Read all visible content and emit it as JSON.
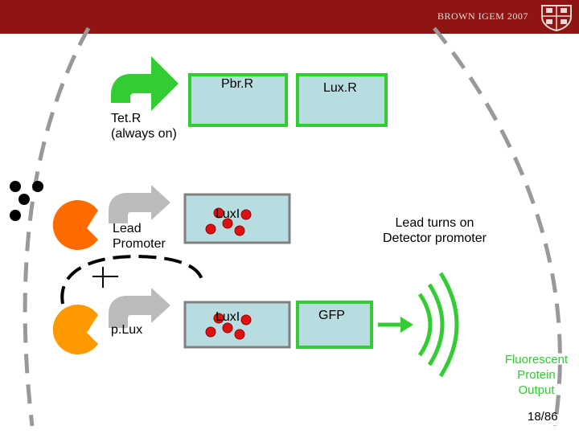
{
  "header": {
    "banner_text": "BROWN IGEM 2007",
    "banner_color": "#8f1513",
    "crest_icon": "brown-university-crest"
  },
  "diagram": {
    "gene_box_fill": "#b8dde0",
    "gene_box_stroke": "#33cc33",
    "pbr_label": "Pbr.R",
    "luxr_label": "Lux.R",
    "tetr_label": "Tet.R\n(always on)",
    "lead_promoter_label": "Lead\nPromoter",
    "luxi_top_label": "LuxI",
    "luxi_bottom_label": "LuxI",
    "plux_label": "p.Lux",
    "gfp_label": "GFP",
    "lead_turns_on_label": "Lead turns on\nDetector promoter",
    "plus_sign": "+",
    "fluorescent_label": "Fluorescent\nProtein\nOutput",
    "fluorescent_color": "#2ecc2e",
    "lead_protein_color": "#ff6a00",
    "plux_protein_color": "#ff9900",
    "luxi_molecule_color": "#dd1111",
    "arrow_gray": "#bbbbbb",
    "arrow_green": "#33cc33"
  },
  "footer": {
    "page_number": "18/86"
  }
}
